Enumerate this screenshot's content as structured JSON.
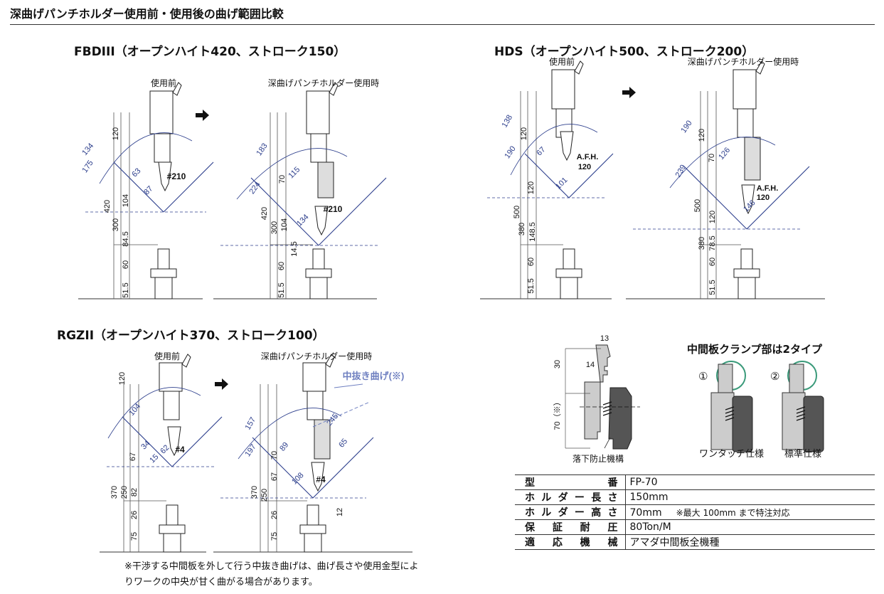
{
  "header": {
    "title": "深曲げパンチホルダー使用前・使用後の曲げ範囲比較"
  },
  "sections": {
    "fbd": {
      "title": "FBDIII（オープンハイト420、ストローク150）"
    },
    "hds": {
      "title": "HDS（オープンハイト500、ストローク200）"
    },
    "rgz": {
      "title": "RGZII（オープンハイト370、ストローク100）"
    }
  },
  "panels": {
    "fbd_before": {
      "caption": "使用前",
      "labels": [
        "120",
        "420",
        "104",
        "300",
        "84.5",
        "60",
        "51.5",
        "134",
        "175",
        "63",
        "87",
        "#210"
      ]
    },
    "fbd_after": {
      "caption": "深曲げパンチホルダー使用時",
      "labels": [
        "183",
        "224",
        "70",
        "115",
        "420",
        "300",
        "104",
        "14.5",
        "60",
        "51.5",
        "134",
        "#210"
      ]
    },
    "hds_before": {
      "caption": "使用前",
      "labels": [
        "138",
        "120",
        "190",
        "67",
        "101",
        "A.F.H.",
        "120",
        "500",
        "120",
        "380",
        "148.5",
        "60",
        "51.5"
      ]
    },
    "hds_after": {
      "caption": "深曲げパンチホルダー使用時",
      "labels": [
        "190",
        "120",
        "70",
        "126",
        "239",
        "A.F.H.",
        "120",
        "500",
        "146",
        "120",
        "380",
        "78.5",
        "60",
        "51.5"
      ]
    },
    "rgz_before": {
      "caption": "使用前",
      "labels": [
        "120",
        "104",
        "34",
        "15",
        "62",
        "#4",
        "67",
        "370",
        "250",
        "82",
        "26",
        "75"
      ]
    },
    "rgz_after": {
      "caption": "深曲げパンチホルダー使用時",
      "labels": [
        "157",
        "245",
        "65",
        "197",
        "89",
        "70",
        "108",
        "#4",
        "67",
        "370",
        "250",
        "12",
        "26",
        "75"
      ],
      "callout": "中抜き曲げ(※)"
    }
  },
  "holder_detail": {
    "dims": [
      "13",
      "30",
      "14",
      "70（※）"
    ],
    "caption": "落下防止機構"
  },
  "clamp_types": {
    "title": "中間板クランプ部は2タイプ",
    "types": [
      {
        "num": "①",
        "label": "ワンタッチ仕様"
      },
      {
        "num": "②",
        "label": "標準仕様"
      }
    ]
  },
  "spec_table": {
    "rows": [
      {
        "key": "型番",
        "value": "FP-70"
      },
      {
        "key": "ホルダー長さ",
        "value": "150mm"
      },
      {
        "key": "ホルダー高さ",
        "value": "70mm",
        "note": "※最大 100mm まで特注対応"
      },
      {
        "key": "保証耐圧",
        "value": "80Ton/M"
      },
      {
        "key": "適応機械",
        "value": "アマダ中間板全機種"
      }
    ]
  },
  "footnote": "※干渉する中間板を外して行う中抜き曲げは、曲げ長さや使用金型によりワークの中央が甘く曲がる場合があります。",
  "colors": {
    "dim": "#2c3e8c",
    "callout": "#6e7fc0",
    "ring": "#3a9a7a"
  }
}
